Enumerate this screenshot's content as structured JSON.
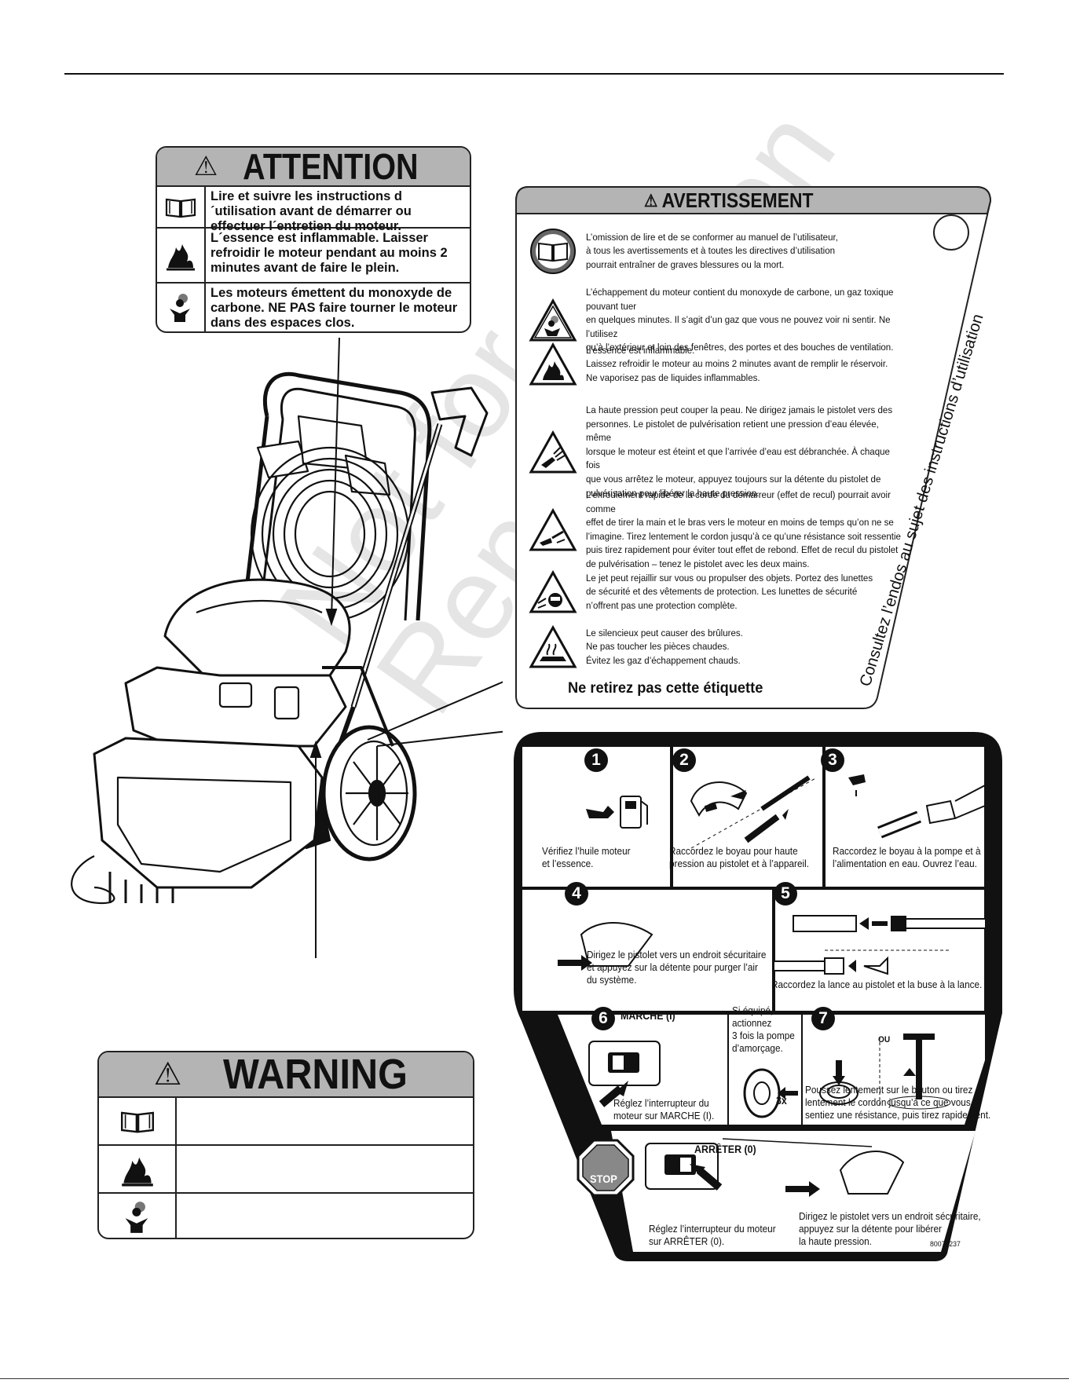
{
  "attention": {
    "title": "ATTENTION",
    "rows": [
      {
        "icon": "manual-book-icon",
        "text": "Lire et suivre les instructions d´utilisation avant de démarrer ou effectuer l´entretien du moteur."
      },
      {
        "icon": "fire-icon",
        "text": "L´essence est inflammable. Laisser refroidir le moteur pendant au moins 2 minutes avant de faire le plein."
      },
      {
        "icon": "toxic-fumes-icon",
        "text": "Les moteurs émettent du monoxyde de carbone. NE PAS faire tourner le moteur dans des espaces clos."
      }
    ]
  },
  "warning": {
    "title": "WARNING",
    "rows": [
      {
        "icon": "manual-book-icon"
      },
      {
        "icon": "fire-icon"
      },
      {
        "icon": "toxic-fumes-icon"
      }
    ]
  },
  "avertissement": {
    "title": "AVERTISSEMENT",
    "items": [
      {
        "icon": "manual-book-icon",
        "text": "L’omission de lire et de se conformer au manuel de l’utilisateur,\nà tous les avertissements et à toutes les directives d’utilisation\npourrait entraîner de graves blessures ou la mort."
      },
      {
        "icon": "toxic-fumes-icon",
        "text": "L’échappement du moteur contient du monoxyde de carbone, un gaz toxique pouvant tuer\nen quelques minutes. Il s’agit d’un gaz que vous ne pouvez voir ni sentir. Ne l’utilisez\nqu’à l’extérieur et loin des fenêtres, des portes et des bouches de ventilation."
      },
      {
        "icon": "fire-icon",
        "text": "L’essence est inflammable.\nLaissez refroidir le moteur au moins 2 minutes avant de remplir le réservoir.\nNe vaporisez pas de liquides inflammables."
      },
      {
        "icon": "high-pressure-icon",
        "text": "La haute pression peut couper la peau. Ne dirigez jamais le pistolet vers des\npersonnes. Le pistolet de pulvérisation retient une pression d’eau élevée, même\nlorsque le moteur est éteint et que l’arrivée d’eau est débranchée. À chaque fois\nque vous arrêtez le moteur, appuyez toujours sur la détente du pistolet de\npulvérisation pour libérer la haute pression."
      },
      {
        "icon": "recoil-icon",
        "text": "L’enroulement rapide de la corde du démarreur (effet de recul) pourrait avoir comme\neffet de tirer la main et le bras vers le moteur en moins de temps qu’on ne se\nl’imagine. Tirez lentement le cordon jusqu’à ce qu’une résistance soit ressentie\npuis tirez rapidement pour éviter tout effet de rebond. Effet de recul du pistolet\nde pulvérisation – tenez le pistolet avec les deux mains."
      },
      {
        "icon": "eye-protection-icon",
        "text": "Le jet peut rejaillir sur vous ou propulser des objets. Portez des lunettes\nde sécurité et des vêtements de protection. Les lunettes de sécurité\nn’offrent pas une protection complète."
      },
      {
        "icon": "hot-surface-icon",
        "text": "Le silencieux peut causer des brûlures.\nNe pas toucher les pièces chaudes.\nÉvitez les gaz d’échappement chauds."
      }
    ],
    "footer": "Ne retirez pas cette étiquette",
    "side_text": "Consultez l’endos au sujet des instructions d’utilisation"
  },
  "instructions": {
    "steps": [
      {
        "num": "1",
        "text": "Vérifiez l’huile moteur\net l’essence."
      },
      {
        "num": "2",
        "text": "Raccordez le boyau pour haute\npression au pistolet et à l’appareil."
      },
      {
        "num": "3",
        "text": "Raccordez le boyau à la pompe et à\nl’alimentation en eau. Ouvrez l’eau."
      },
      {
        "num": "4",
        "text": "Dirigez le pistolet vers un endroit sécuritaire\net appuyez sur la détente pour purger l’air\ndu système."
      },
      {
        "num": "5",
        "text": "Raccordez la lance au pistolet et la buse à la lance."
      },
      {
        "num": "6",
        "heading": "MARCHE (I)",
        "text": "Réglez l’interrupteur du\nmoteur sur MARCHE (I)."
      },
      {
        "num": "",
        "text": "Si équipé,\nactionnez\n3 fois la pompe\nd’amorçage.",
        "badge": "3x"
      },
      {
        "num": "7",
        "text": "Poussez lentement sur le bouton ou tirez\nlentement le cordon jusqu’à ce que vous\nsentiez une résistance, puis tirez rapidement.",
        "or": "OU"
      }
    ],
    "stop": {
      "heading": "ARRÊTER (0)",
      "sign": "STOP",
      "text": "Réglez l’interrupteur du moteur\nsur ARRÊTER (0).",
      "text2": "Dirigez le pistolet vers un endroit sécuritaire,\nappuyez sur la détente pour libérer\nla haute pression.",
      "part_no": "80079237"
    }
  },
  "watermark": "Not for\nReproduction",
  "colors": {
    "label_gray": "#b4b4b4",
    "ink": "#111111"
  }
}
